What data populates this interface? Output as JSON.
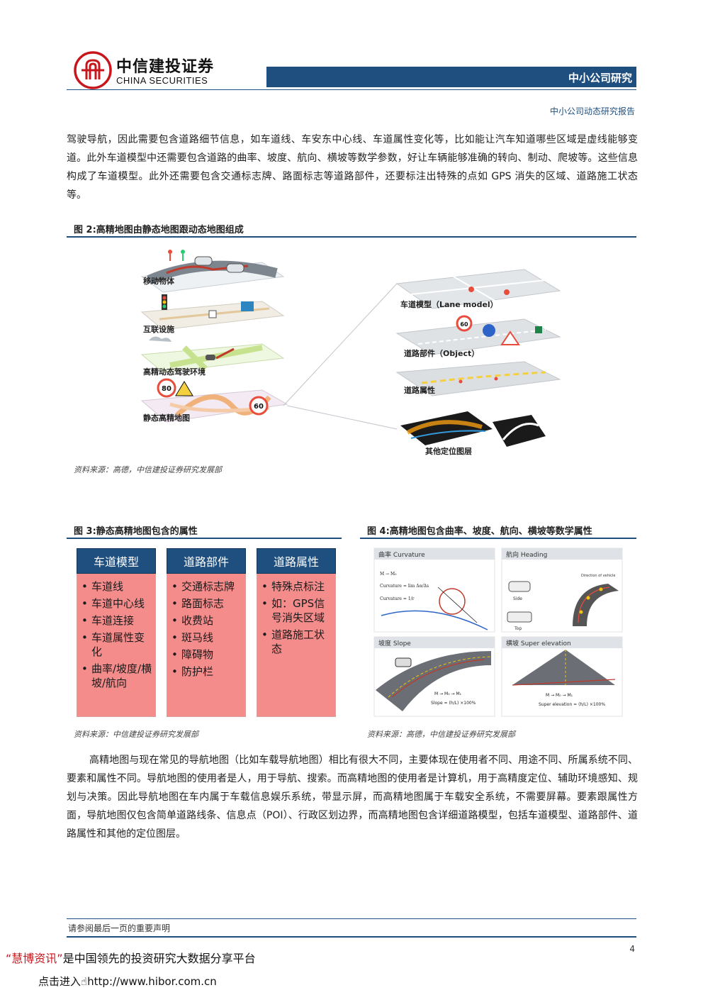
{
  "header": {
    "logo_cn": "中信建投证券",
    "logo_en": "CHINA SECURITIES",
    "section": "中小公司研究",
    "report_type": "中小公司动态研究报告",
    "brand_color": "#1f4f7f",
    "logo_color": "#c8161d"
  },
  "body": {
    "para1": "驾驶导航，因此需要包含道路细节信息，如车道线、车安东中心线、车道属性变化等，比如能让汽车知道哪些区域是虚线能够变道。此外车道模型中还需要包含道路的曲率、坡度、航向、横坡等数学参数，好让车辆能够准确的转向、制动、爬坡等。这些信息构成了车道模型。此外还需要包含交通标志牌、路面标志等道路部件，还要标注出特殊的点如 GPS 消失的区域、道路施工状态等。",
    "para2": "高精地图与现在常见的导航地图（比如车载导航地图）相比有很大不同，主要体现在使用者不同、用途不同、所属系统不同、要素和属性不同。导航地图的使用者是人，用于导航、搜索。而高精地图的使用者是计算机，用于高精度定位、辅助环境感知、规划与决策。因此导航地图在车内属于车载信息娱乐系统，带显示屏，而高精地图属于车载安全系统，不需要屏幕。要素跟属性方面，导航地图仅包含简单道路线条、信息点（POI）、行政区划边界，而高精地图包含详细道路模型，包括车道模型、道路部件、道路属性和其他的定位图层。"
  },
  "figure2": {
    "title": "图 2:高精地图由静态地图跟动态地图组成",
    "left_layers": [
      "移动物体",
      "互联设施",
      "高精动态驾驶环境",
      "静态高精地图"
    ],
    "right_layers": [
      "车道模型（Lane model）",
      "道路部件（Object）",
      "道路属性",
      "其他定位图层"
    ],
    "sign_values": [
      "80",
      "60",
      "60"
    ],
    "source": "资料来源：高德，中信建投证券研究发展部"
  },
  "figure3": {
    "title": "图 3:静态高精地图包含的属性",
    "columns": [
      {
        "header": "车道模型",
        "items": [
          "车道线",
          "车道中心线",
          "车道连接",
          "车道属性变化",
          "曲率/坡度/横坡/航向"
        ]
      },
      {
        "header": "道路部件",
        "items": [
          "交通标志牌",
          "路面标志",
          "收费站",
          "斑马线",
          "障碍物",
          "防护栏"
        ]
      },
      {
        "header": "道路属性",
        "items": [
          "特殊点标注",
          "如：GPS信号消失区域",
          "道路施工状态"
        ]
      }
    ],
    "source": "资料来源：中信建投证券研究发展部"
  },
  "figure4": {
    "title": "图 4:高精地图包含曲率、坡度、航向、横坡等数学属性",
    "panels": [
      "曲率 Curvature",
      "航向 Heading",
      "坡度 Slope",
      "横坡 Super elevation"
    ],
    "curvature_formulas": [
      "M → M₀",
      "Curvature = lim Δα/Δs",
      "Curvature = 1/r"
    ],
    "heading_labels": [
      "Side",
      "Top",
      "Direction of vehicle"
    ],
    "slope_formulas": [
      "M → M₀ → M₁",
      "Slope = (h/L) ×100%"
    ],
    "super_formulas": [
      "M → M₀ → M₁",
      "Super elevation = (h/L) ×100%"
    ],
    "source": "资料来源：高德，中信建投证券研究发展部"
  },
  "footer": {
    "note": "请参阅最后一页的重要声明",
    "page": "4",
    "promo_quote": "“慧博资讯”",
    "promo_text": "是中国领先的投资研究大数据分享平台",
    "promo_click": "点击进入",
    "promo_url": "http://www.hibor.com.cn"
  }
}
